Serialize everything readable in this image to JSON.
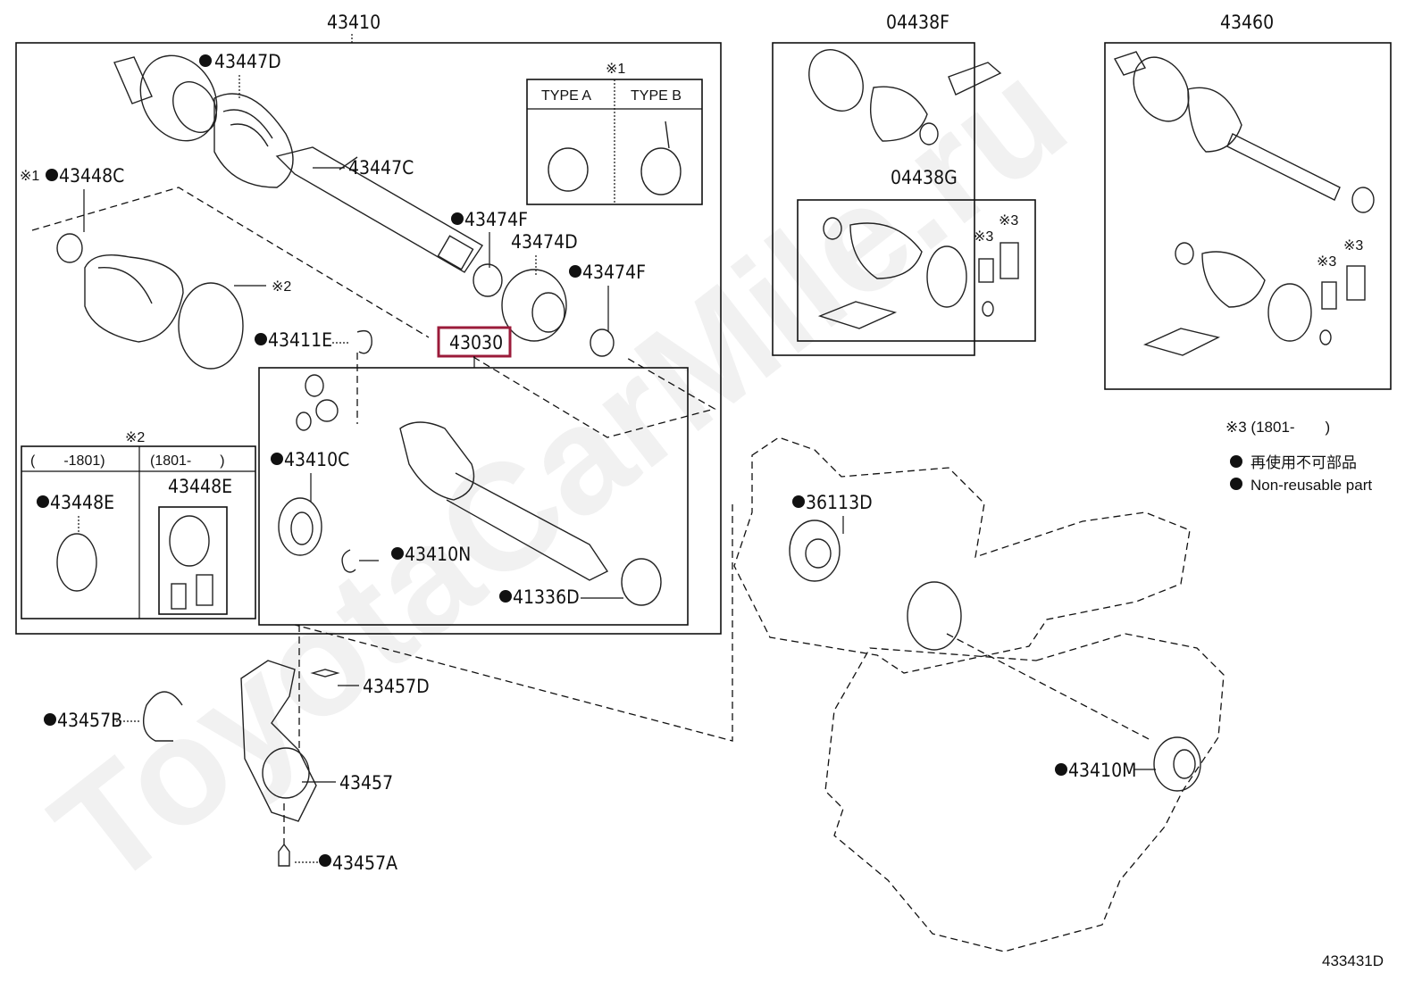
{
  "diagram": {
    "watermark": "ToyotaCarMile.ru",
    "figure_id": "433431D",
    "highlight_color": "#9b1b3a",
    "assemblies": {
      "main_shaft": "43410",
      "boot_kit_outer": "04438F",
      "boot_kit_inner": "04438G",
      "shaft_assy_right": "43460",
      "inboard_joint": "43030"
    },
    "parts": [
      {
        "id": "43447D",
        "nonreusable": true
      },
      {
        "id": "43447C",
        "nonreusable": false
      },
      {
        "id": "43448C",
        "nonreusable": true,
        "note": "※1"
      },
      {
        "id": "43474F",
        "nonreusable": true
      },
      {
        "id": "43474D",
        "nonreusable": false
      },
      {
        "id": "43474F",
        "nonreusable": true
      },
      {
        "id": "43411E",
        "nonreusable": true
      },
      {
        "id": "43410C",
        "nonreusable": true
      },
      {
        "id": "43410N",
        "nonreusable": true
      },
      {
        "id": "41336D",
        "nonreusable": true
      },
      {
        "id": "43448E",
        "nonreusable": true
      },
      {
        "id": "43448E",
        "nonreusable": false
      },
      {
        "id": "36113D",
        "nonreusable": true
      },
      {
        "id": "43457D",
        "nonreusable": false
      },
      {
        "id": "43457B",
        "nonreusable": true
      },
      {
        "id": "43457",
        "nonreusable": false
      },
      {
        "id": "43457A",
        "nonreusable": true
      },
      {
        "id": "43410M",
        "nonreusable": true
      }
    ],
    "notes": {
      "n1": "※1",
      "n2": "※2",
      "n3": "※3",
      "type_a": "TYPE A",
      "type_b": "TYPE B",
      "range_before": "(　　-1801)",
      "range_after": "(1801-　　)",
      "n3_range": "※3 (1801-　　)",
      "legend_jp": "再使用不可部品",
      "legend_en": "Non-reusable part"
    },
    "labels": {
      "p43447D": "43447D",
      "p43447C": "43447C",
      "p43448C": "43448C",
      "p43474F_a": "43474F",
      "p43474D": "43474D",
      "p43474F_b": "43474F",
      "p43411E": "43411E",
      "p43410C": "43410C",
      "p43410N": "43410N",
      "p41336D": "41336D",
      "p43448E_a": "43448E",
      "p43448E_b": "43448E",
      "p36113D": "36113D",
      "p43457D": "43457D",
      "p43457B": "43457B",
      "p43457": "43457",
      "p43457A": "43457A",
      "p43410M": "43410M"
    }
  }
}
